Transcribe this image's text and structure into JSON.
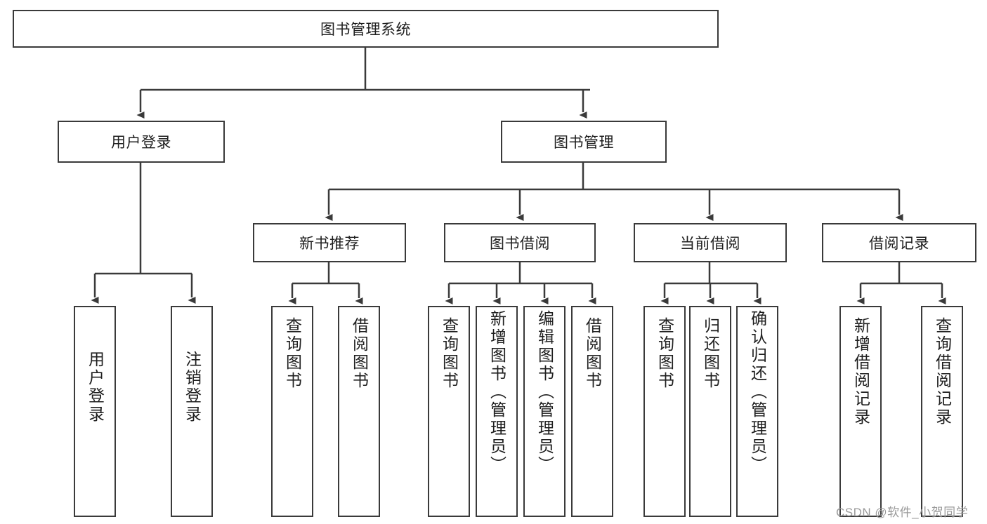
{
  "diagram": {
    "title": "图书管理系统",
    "orientation": "top-down-tree",
    "nodes": {
      "root": {
        "label": "图书管理系统"
      },
      "level1": [
        {
          "id": "user-login",
          "label": "用户登录"
        },
        {
          "id": "book-manage",
          "label": "图书管理"
        }
      ],
      "level2": [
        {
          "id": "new-book-rec",
          "label": "新书推荐"
        },
        {
          "id": "book-borrow",
          "label": "图书借阅"
        },
        {
          "id": "current-borrow",
          "label": "当前借阅"
        },
        {
          "id": "borrow-record",
          "label": "借阅记录"
        }
      ],
      "leaves": {
        "user-login": [
          {
            "id": "leaf-user-login",
            "label": "用户登录"
          },
          {
            "id": "leaf-user-logout",
            "label": "注销登录"
          }
        ],
        "new-book-rec": [
          {
            "id": "leaf-query-book-1",
            "label": "查询图书"
          },
          {
            "id": "leaf-borrow-book-1",
            "label": "借阅图书"
          }
        ],
        "book-borrow": [
          {
            "id": "leaf-query-book-2",
            "label": "查询图书"
          },
          {
            "id": "leaf-add-book",
            "label": "新增图书（管理员）"
          },
          {
            "id": "leaf-edit-book",
            "label": "编辑图书（管理员）"
          },
          {
            "id": "leaf-borrow-book-2",
            "label": "借阅图书"
          }
        ],
        "current-borrow": [
          {
            "id": "leaf-query-book-3",
            "label": "查询图书"
          },
          {
            "id": "leaf-return-book",
            "label": "归还图书"
          },
          {
            "id": "leaf-confirm-return",
            "label": "确认归还（管理员）"
          }
        ],
        "borrow-record": [
          {
            "id": "leaf-add-record",
            "label": "新增借阅记录"
          },
          {
            "id": "leaf-query-record",
            "label": "查询借阅记录"
          }
        ]
      }
    },
    "colors": {
      "stroke": "#3a3a3a",
      "fill": "#ffffff",
      "text": "#1f1f1f",
      "watermark": "#9a9a9a"
    }
  },
  "watermark": {
    "text": "CSDN @软件_小贺同学"
  }
}
